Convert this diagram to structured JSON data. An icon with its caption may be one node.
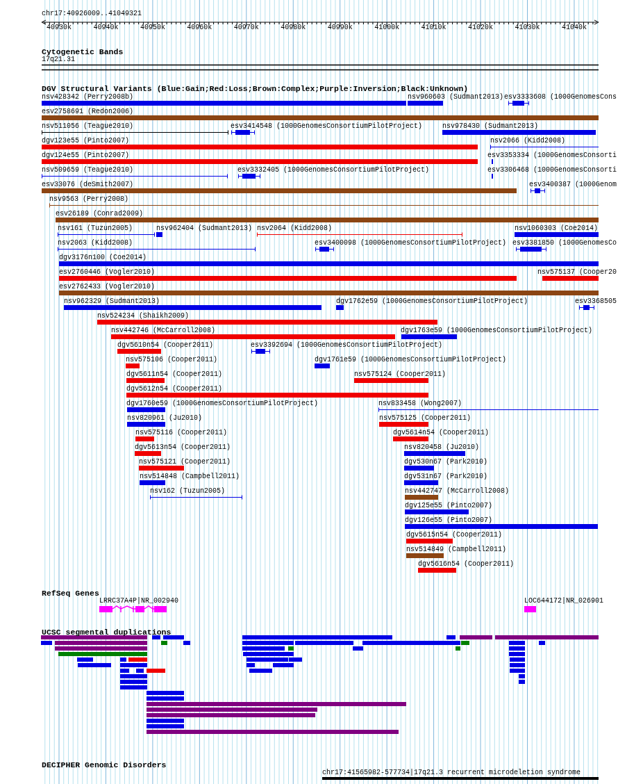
{
  "diagram": {
    "title": "chr17:40926009..41049321",
    "labels": [
      "40930k",
      "40940k",
      "40950k",
      "40960k",
      "40970k",
      "40980k",
      "40990k",
      "41000k",
      "41010k",
      "41020k",
      "41030k",
      "41040k",
      "Cytogenetic Bands",
      "17q21.31",
      "DGV Structural Variants (Blue:Gain;Red:Loss;Brown:Complex;Purple:Inversion;Black:Unknown)",
      "nsv428342 (Perry2008b)",
      "nsv960603 (Sudmant2013)",
      "esv3333608 (1000GenomesCons",
      "esv2758691 (Redon2006)",
      "nsv511056 (Teague2010)",
      "esv3414548 (1000GenomesConsortiumPilotProject)",
      "nsv978430 (Sudmant2013)",
      "dgv123e55 (Pinto2007)",
      "nsv2066 (Kidd2008)",
      "dgv124e55 (Pinto2007)",
      "esv3353334 (1000GenomesConsorti",
      "nsv509659 (Teague2010)",
      "esv3332405 (1000GenomesConsortiumPilotProject)",
      "esv3306468 (1000GenomesConsorti",
      "esv33076 (deSmith2007)",
      "esv3400387 (1000Genom",
      "nsv9563 (Perry2008)",
      "esv26189 (Conrad2009)",
      "nsv161 (Tuzun2005)",
      "nsv962404 (Sudmant2013)",
      "nsv2064 (Kidd2008)",
      "nsv1060303 (Coe2014)",
      "nsv2063 (Kidd2008)",
      "esv3400098 (1000GenomesConsortiumPilotProject)",
      "esv3381850 (1000GenomesCo",
      "dgv3176n100 (Coe2014)",
      "esv2760446 (Vogler2010)",
      "nsv575137 (Cooper20",
      "esv2762433 (Vogler2010)",
      "nsv962329 (Sudmant2013)",
      "dgv1762e59 (1000GenomesConsortiumPilotProject)",
      "esv3368505",
      "nsv524234 (Shaikh2009)",
      "nsv442746 (McCarroll2008)",
      "dgv1763e59 (1000GenomesConsortiumPilotProject)",
      "dgv5610n54 (Cooper2011)",
      "esv3392694 (1000GenomesConsortiumPilotProject)",
      "nsv575106 (Cooper2011)",
      "dgv1761e59 (1000GenomesConsortiumPilotProject)",
      "dgv5611n54 (Cooper2011)",
      "nsv575124 (Cooper2011)",
      "dgv5612n54 (Cooper2011)",
      "dgv1760e59 (1000GenomesConsortiumPilotProject)",
      "nsv833458 (Wong2007)",
      "nsv820961 (Ju2010)",
      "nsv575125 (Cooper2011)",
      "nsv575116 (Cooper2011)",
      "dgv5614n54 (Cooper2011)",
      "dgv5613n54 (Cooper2011)",
      "nsv820458 (Ju2010)",
      "nsv575121 (Cooper2011)",
      "dgv530n67 (Park2010)",
      "nsv514848 (Campbell2011)",
      "dgv531n67 (Park2010)",
      "nsv162 (Tuzun2005)",
      "nsv442747 (McCarroll2008)",
      "dgv125e55 (Pinto2007)",
      "dgv126e55 (Pinto2007)",
      "dgv5615n54 (Cooper2011)",
      "nsv514849 (Campbell2011)",
      "dgv5616n54 (Cooper2011)",
      "RefSeq Genes",
      "LRRC37A4P|NR_002940",
      "LOC644172|NR_026901",
      "UCSC segmental duplications",
      "DECIPHER Genomic Disorders",
      "chr17:41565982-577734|17q21.3 recurrent microdeletion syndrome"
    ]
  }
}
